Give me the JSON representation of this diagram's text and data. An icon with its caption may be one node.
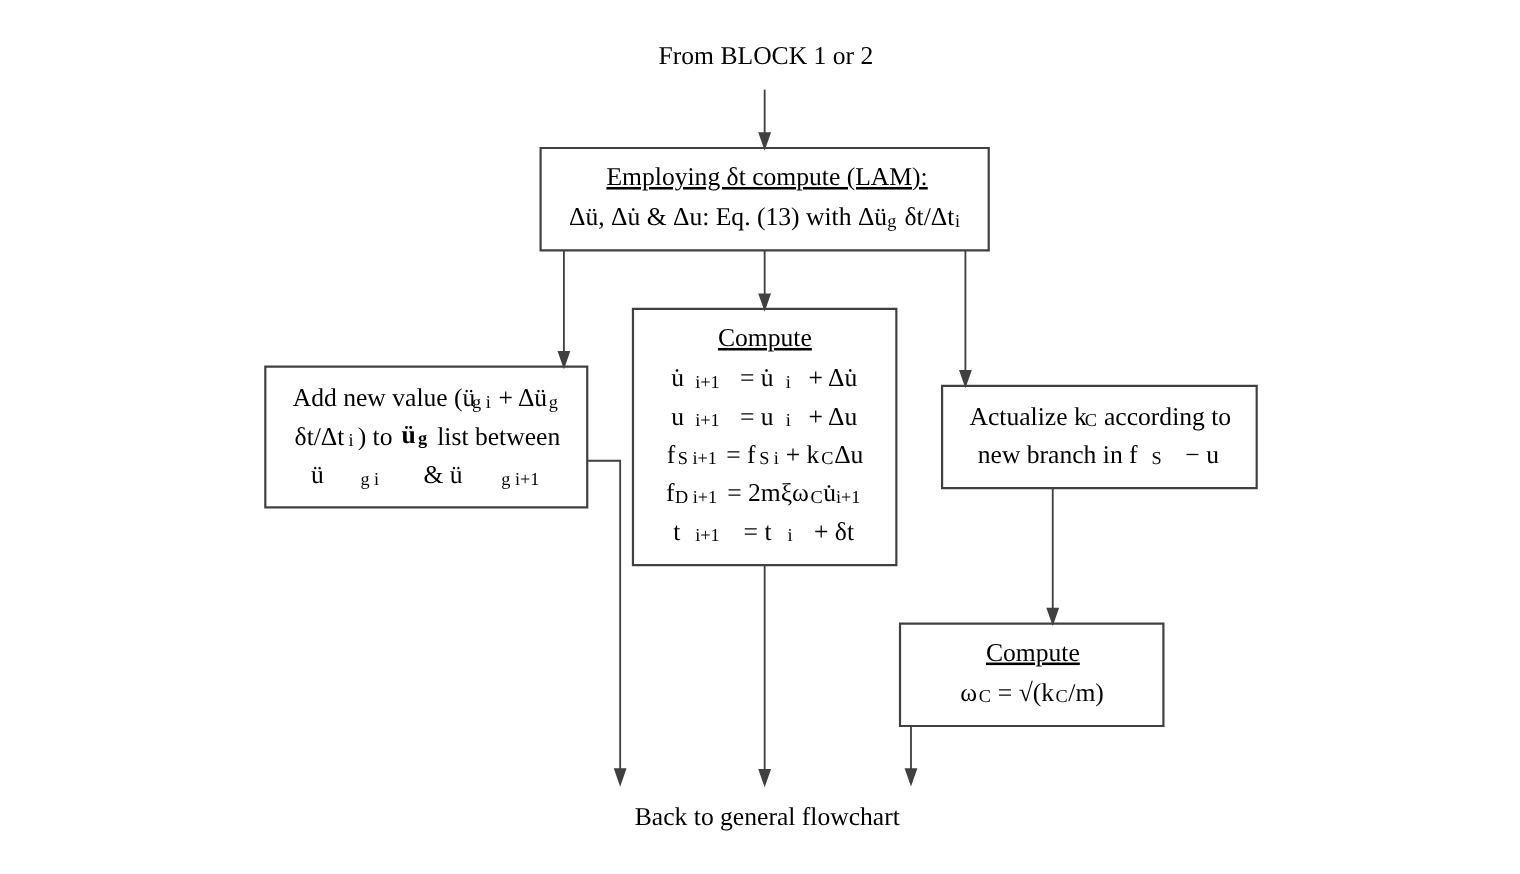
{
  "diagram": {
    "nodes": [
      {
        "text": [
          "From BLOCK 1 or 2"
        ]
      },
      {
        "text": [
          "Employing δt compute (LAM):",
          "Δü, Δu̇ & Δu: Eq. (13) with Δü$_{g}$ δt/Δt$_{i}$"
        ]
      },
      {
        "text": [
          "Add new value (ü$_{g i}$ + Δü$_{g}$ δt/Δt$_{i}$) to **ü$_{g}$** list between ü$_{g i}$ & ü$_{g i+1}$"
        ]
      },
      {
        "text": [
          "Compute",
          "u̇$_{i+1}$ = u̇$_{i}$ + Δu̇",
          "u$_{i+1}$ = u$_{i}$ + Δu",
          "f$_{S i+1}$ = f$_{S i}$ + k$_{C}$Δu",
          "f$_{D i+1}$ = 2mξω$_{C}$u̇$_{i+1}$",
          "t$_{i+1}$ = t$_{i}$ + δt"
        ]
      },
      {
        "text": [
          "Actualize k$_{C}$ according to new branch in f$_{S}$ − u"
        ]
      },
      {
        "text": [
          "Compute",
          "ω$_{C}$ = √(k$_{C}$/m)"
        ]
      },
      {
        "text": [
          "Back to general flowchart"
        ]
      }
    ],
    "edges": [
      {
        "from": 0,
        "to": 1,
        "arrow": "to"
      },
      {
        "from": 1,
        "to": 2,
        "arrow": "to"
      },
      {
        "from": 1,
        "to": 3,
        "arrow": "to"
      },
      {
        "from": 1,
        "to": 4,
        "arrow": "to"
      },
      {
        "from": 4,
        "to": 5,
        "arrow": "to"
      },
      {
        "from": 2,
        "to": 6,
        "arrow": "to"
      },
      {
        "from": 3,
        "to": 6,
        "arrow": "to"
      },
      {
        "from": 5,
        "to": 6,
        "arrow": "to"
      }
    ]
  }
}
